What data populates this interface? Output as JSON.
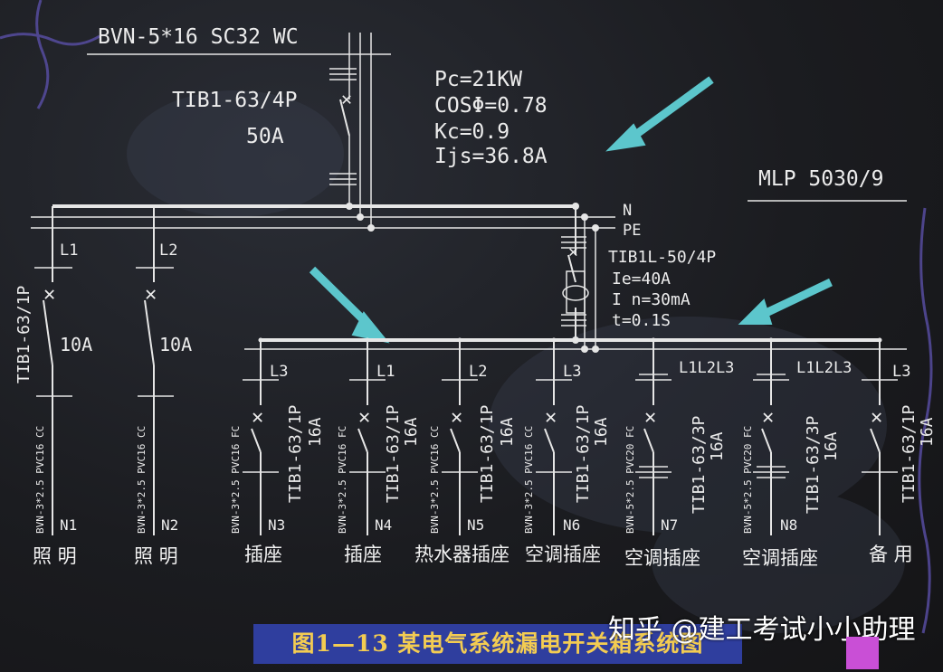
{
  "incoming": {
    "cable": "BVN-5*16 SC32 WC",
    "main_breaker": "TIB1-63/4P",
    "main_rating": "50A"
  },
  "load_calc": {
    "pc": "Pc=21KW",
    "cos": "COSΦ=0.78",
    "kc": "Kc=0.9",
    "ijs": "Ijs=36.8A"
  },
  "box_id": "MLP 5030/9",
  "bus": {
    "n": "N",
    "pe": "PE"
  },
  "rcd": {
    "model": "TIB1L-50/4P",
    "ie": "Ie=40A",
    "in": "I n=30mA",
    "t": "t=0.1S"
  },
  "left_circuits": [
    {
      "phase": "L1",
      "breaker": "TIB1-63/1P",
      "rating": "10A",
      "cable": "BVN-3*2.5 PVC16 CC",
      "id": "N1",
      "use": "照 明"
    },
    {
      "phase": "L2",
      "breaker": "",
      "rating": "10A",
      "cable": "BVN-3*2.5 PVC16 CC",
      "id": "N2",
      "use": "照 明"
    }
  ],
  "rcd_circuits": [
    {
      "phase": "L3",
      "breaker": "TIB1-63/1P",
      "rating": "16A",
      "cable": "BVN-3*2.5 PVC16 FC",
      "id": "N3",
      "use": "插座"
    },
    {
      "phase": "L1",
      "breaker": "TIB1-63/1P",
      "rating": "16A",
      "cable": "BVN-3*2.5 PVC16 FC",
      "id": "N4",
      "use": "插座"
    },
    {
      "phase": "L2",
      "breaker": "TIB1-63/1P",
      "rating": "16A",
      "cable": "BVN-3*2.5 PVC16 CC",
      "id": "N5",
      "use": "热水器插座"
    },
    {
      "phase": "L3",
      "breaker": "TIB1-63/1P",
      "rating": "16A",
      "cable": "BVN-3*2.5 PVC16 CC",
      "id": "N6",
      "use": "空调插座"
    },
    {
      "phase": "L1L2L3",
      "breaker": "TIB1-63/3P",
      "rating": "16A",
      "cable": "BVN-5*2.5 PVC20 FC",
      "id": "N7",
      "use": "空调插座"
    },
    {
      "phase": "L1L2L3",
      "breaker": "TIB1-63/3P",
      "rating": "16A",
      "cable": "BVN-5*2.5 PVC20 FC",
      "id": "N8",
      "use": "空调插座"
    },
    {
      "phase": "L3",
      "breaker": "TIB1-63/1P",
      "rating": "16A",
      "cable": "",
      "id": "",
      "use": "备 用"
    }
  ],
  "caption": "图1—13  某电气系统漏电开关箱系统图",
  "watermark": "知乎 @建工考试小小助理",
  "colors": {
    "line": "#e6e6e6",
    "arrow": "#5cc6cc",
    "caption_bg": "#2f3e9e",
    "caption_text": "#f3cc52",
    "accent": "#c94fd6"
  }
}
